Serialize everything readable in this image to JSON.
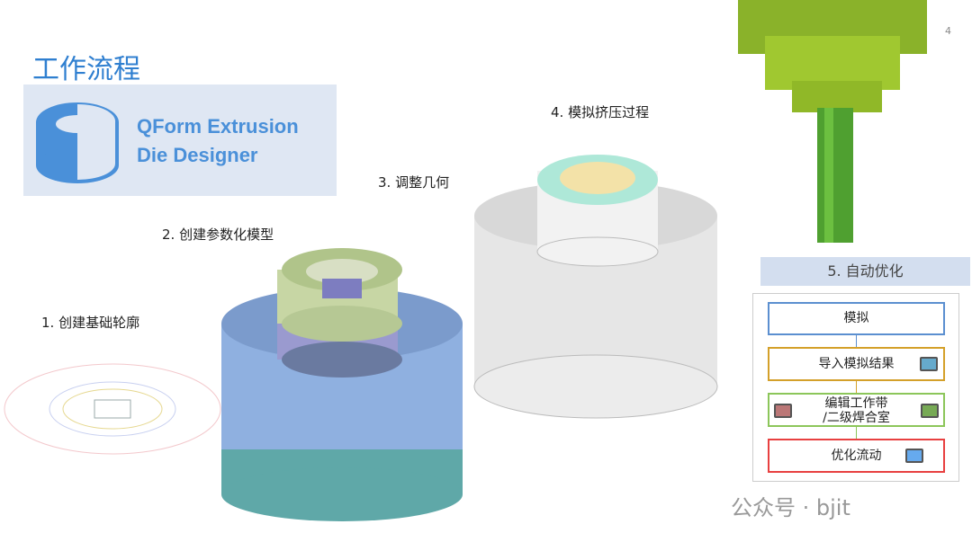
{
  "title": "工作流程",
  "page_number": "4",
  "logo": {
    "line1": "QForm Extrusion",
    "line2": "Die Designer"
  },
  "steps": [
    "1. 创建基础轮廓",
    "2. 创建参数化模型",
    "3. 调整几何",
    "4. 模拟挤压过程",
    "5. 自动优化"
  ],
  "flow": [
    {
      "label": "模拟",
      "color": "#5b8fd0"
    },
    {
      "label": "导入模拟结果",
      "color": "#d4a02a"
    },
    {
      "label": "编辑工作带",
      "label2": "/二级焊合室",
      "color": "#8cc65a"
    },
    {
      "label": "优化流动",
      "color": "#e84040"
    }
  ],
  "watermark": "公众号 · bjit"
}
